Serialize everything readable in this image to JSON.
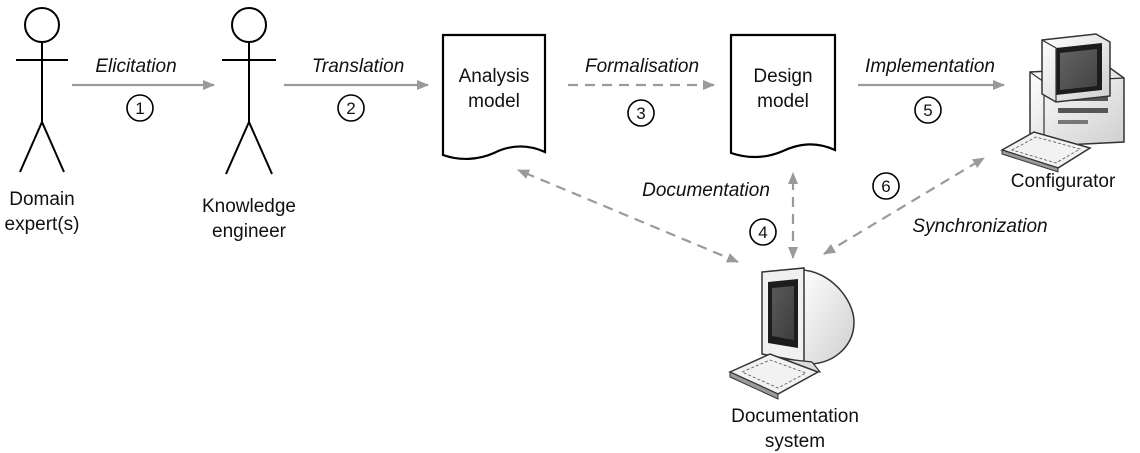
{
  "nodes": {
    "domain_expert": {
      "line1": "Domain",
      "line2": "expert(s)"
    },
    "knowledge_engineer": {
      "line1": "Knowledge",
      "line2": "engineer"
    },
    "analysis_model": {
      "line1": "Analysis",
      "line2": "model"
    },
    "design_model": {
      "line1": "Design",
      "line2": "model"
    },
    "configurator": {
      "label": "Configurator"
    },
    "documentation_system": {
      "line1": "Documentation",
      "line2": "system"
    }
  },
  "edges": [
    {
      "label": "Elicitation",
      "step": "1",
      "style": "solid",
      "from": "domain_expert",
      "to": "knowledge_engineer"
    },
    {
      "label": "Translation",
      "step": "2",
      "style": "solid",
      "from": "knowledge_engineer",
      "to": "analysis_model"
    },
    {
      "label": "Formalisation",
      "step": "3",
      "style": "dashed",
      "from": "analysis_model",
      "to": "design_model"
    },
    {
      "label": "Documentation",
      "step": "4",
      "style": "dashed-bidirectional",
      "from": "documentation_system",
      "to": "analysis_model, design_model"
    },
    {
      "label": "Implementation",
      "step": "5",
      "style": "solid",
      "from": "design_model",
      "to": "configurator"
    },
    {
      "label": "Synchronization",
      "step": "6",
      "style": "dashed-bidirectional",
      "from": "documentation_system",
      "to": "configurator"
    }
  ],
  "colors": {
    "arrow": "#9a9a9a",
    "outline": "#000000",
    "screen": "#2b2b2b"
  },
  "icons": {
    "actor": "stick-figure-icon",
    "computer": "desktop-computer-icon"
  }
}
